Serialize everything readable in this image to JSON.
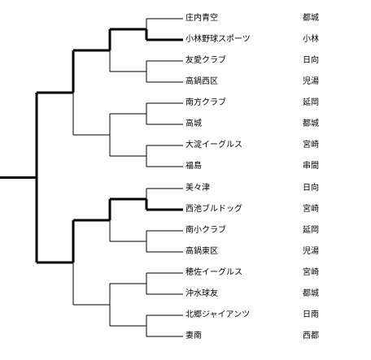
{
  "teams": [
    {
      "name": "庄内青空",
      "city": "都城",
      "winner_path": false
    },
    {
      "name": "小林野球スポーツ",
      "city": "小林",
      "winner_path": true
    },
    {
      "name": "友愛クラブ",
      "city": "日向",
      "winner_path": false
    },
    {
      "name": "高鍋西区",
      "city": "児湯",
      "winner_path": false
    },
    {
      "name": "南方クラブ",
      "city": "延岡",
      "winner_path": false
    },
    {
      "name": "高城",
      "city": "都城",
      "winner_path": false
    },
    {
      "name": "大淀イーグルス",
      "city": "宮崎",
      "winner_path": false
    },
    {
      "name": "福島",
      "city": "串間",
      "winner_path": false
    },
    {
      "name": "美々津",
      "city": "日向",
      "winner_path": false
    },
    {
      "name": "西池ブルドッグ",
      "city": "宮崎",
      "winner_path": true
    },
    {
      "name": "南小クラブ",
      "city": "延岡",
      "winner_path": false
    },
    {
      "name": "高鍋東区",
      "city": "児湯",
      "winner_path": false
    },
    {
      "name": "穂佐イーグルス",
      "city": "宮崎",
      "winner_path": false
    },
    {
      "name": "沖水球友",
      "city": "都城",
      "winner_path": false
    },
    {
      "name": "北郷ジャイアンツ",
      "city": "日南",
      "winner_path": false
    },
    {
      "name": "妻南",
      "city": "西都",
      "winner_path": false
    }
  ]
}
